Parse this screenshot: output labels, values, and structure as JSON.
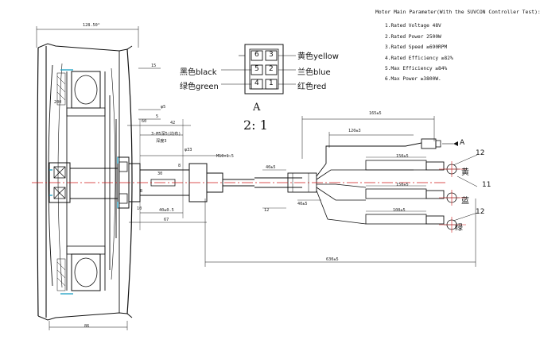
{
  "specs": {
    "title": "Motor Main Parameter(With the SUVCON Controller Test):",
    "items": [
      "1.Rated Voltage   48V",
      "2.Rated Power   2500W",
      "3.Rated  Speed   ≥690RPM",
      "4.Rated Efficiency  ≥82%",
      "5.Max Efficiency  ≥84%",
      "6.Max Power   ≥3800W."
    ]
  },
  "connector": {
    "pins": [
      "6",
      "3",
      "5",
      "2",
      "4",
      "1"
    ],
    "label_yellow": "黄色yellow",
    "label_blue": "兰色blue",
    "label_red": "红色red",
    "label_black": "黑色black",
    "label_green": "绿色green",
    "view_label": "A",
    "scale": "2: 1"
  },
  "dimensions": {
    "outer_dia": "128.50°",
    "d15": "15",
    "phi5": "φ5",
    "d5": "5",
    "d60": "60",
    "d42": "42",
    "thread1": "3-M5深5(均布)",
    "thread2": "深度3",
    "phi33": "φ33",
    "m10": "M10×1.5",
    "d30": "30",
    "d8": "8",
    "d40": "40±0.5",
    "d10": "10",
    "d67": "67",
    "d165": "165±5",
    "d120": "120±3",
    "d40b": "40±5",
    "d40c": "40±5",
    "d150a": "150±5",
    "d150b": "150±5",
    "d100": "100±5",
    "d12": "12",
    "d630": "630±5",
    "d86": "86",
    "d8b": "8",
    "d200": "200"
  },
  "leads": {
    "view_a": "A",
    "n12a": "12",
    "n11": "11",
    "n12b": "12",
    "yellow_cn": "黄",
    "blue_cn": "蓝",
    "green_cn": "绿"
  }
}
